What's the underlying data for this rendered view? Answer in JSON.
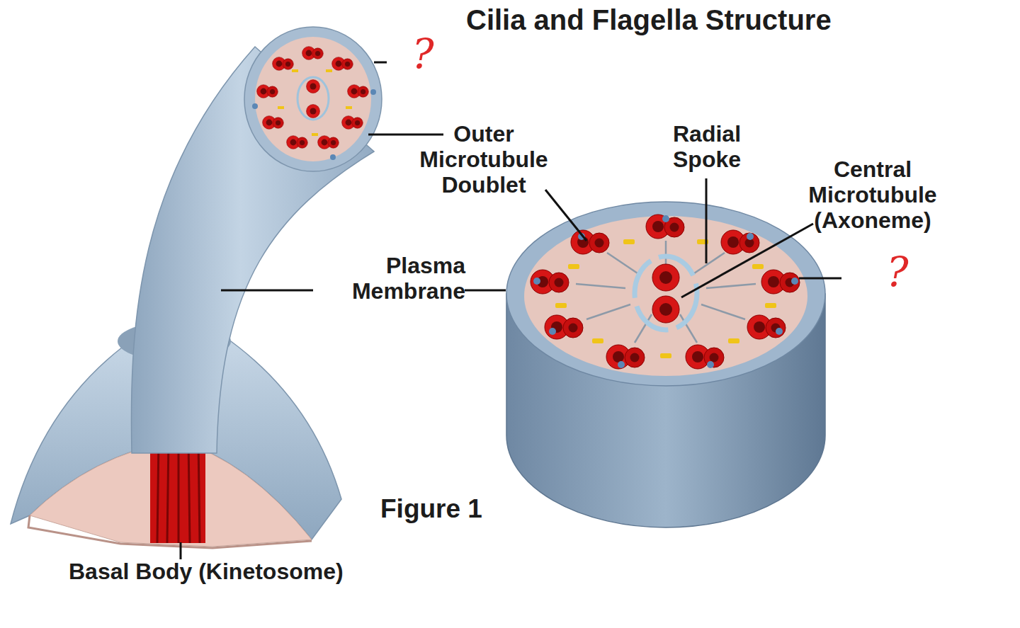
{
  "diagram": {
    "title": "Cilia and Flagella Structure",
    "caption": "Figure 1",
    "labels": [
      "?",
      "Outer Microtubule Doublet",
      "Radial Spoke",
      "Central Microtubule (Axoneme)",
      "Plasma Membrane",
      "?",
      "Basal Body (Kinetosome)"
    ]
  }
}
